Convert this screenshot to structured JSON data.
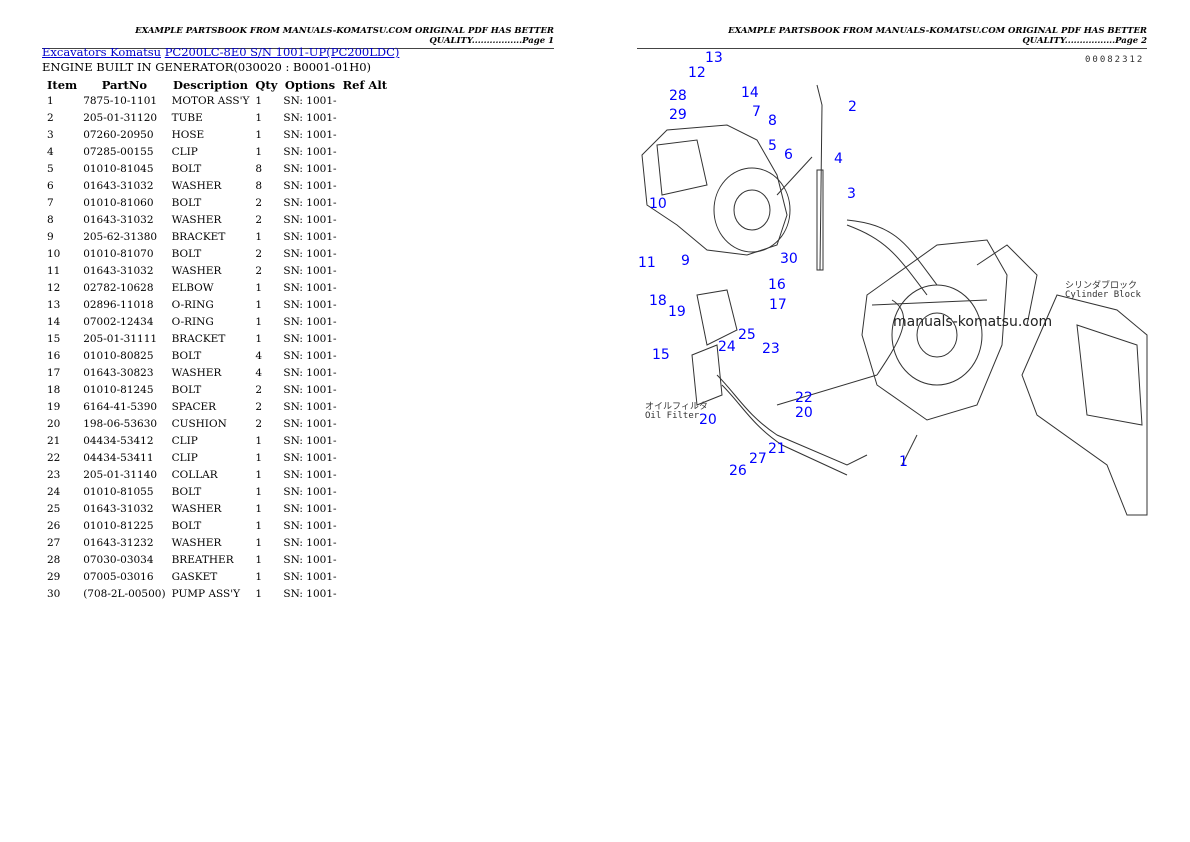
{
  "page1": {
    "header": "EXAMPLE PARTSBOOK FROM MANUALS-KOMATSU.COM ORIGINAL PDF HAS BETTER QUALITY.................Page 1",
    "breadcrumb": [
      {
        "label": "Excavators Komatsu"
      },
      {
        "label": "PC200LC-8E0 S/N 1001-UP(PC200LDC)"
      }
    ],
    "subtitle": "ENGINE BUILT IN GENERATOR(030020 : B0001-01H0)",
    "columns": [
      "Item",
      "PartNo",
      "Description",
      "Qty",
      "Options",
      "Ref Alt"
    ],
    "rows": [
      [
        "1",
        "7875-10-1101",
        "MOTOR ASS'Y",
        "1",
        "SN: 1001-",
        ""
      ],
      [
        "2",
        "205-01-31120",
        "TUBE",
        "1",
        "SN: 1001-",
        ""
      ],
      [
        "3",
        "07260-20950",
        "HOSE",
        "1",
        "SN: 1001-",
        ""
      ],
      [
        "4",
        "07285-00155",
        "CLIP",
        "1",
        "SN: 1001-",
        ""
      ],
      [
        "5",
        "01010-81045",
        "BOLT",
        "8",
        "SN: 1001-",
        ""
      ],
      [
        "6",
        "01643-31032",
        "WASHER",
        "8",
        "SN: 1001-",
        ""
      ],
      [
        "7",
        "01010-81060",
        "BOLT",
        "2",
        "SN: 1001-",
        ""
      ],
      [
        "8",
        "01643-31032",
        "WASHER",
        "2",
        "SN: 1001-",
        ""
      ],
      [
        "9",
        "205-62-31380",
        "BRACKET",
        "1",
        "SN: 1001-",
        ""
      ],
      [
        "10",
        "01010-81070",
        "BOLT",
        "2",
        "SN: 1001-",
        ""
      ],
      [
        "11",
        "01643-31032",
        "WASHER",
        "2",
        "SN: 1001-",
        ""
      ],
      [
        "12",
        "02782-10628",
        "ELBOW",
        "1",
        "SN: 1001-",
        ""
      ],
      [
        "13",
        "02896-11018",
        "O-RING",
        "1",
        "SN: 1001-",
        ""
      ],
      [
        "14",
        "07002-12434",
        "O-RING",
        "1",
        "SN: 1001-",
        ""
      ],
      [
        "15",
        "205-01-31111",
        "BRACKET",
        "1",
        "SN: 1001-",
        ""
      ],
      [
        "16",
        "01010-80825",
        "BOLT",
        "4",
        "SN: 1001-",
        ""
      ],
      [
        "17",
        "01643-30823",
        "WASHER",
        "4",
        "SN: 1001-",
        ""
      ],
      [
        "18",
        "01010-81245",
        "BOLT",
        "2",
        "SN: 1001-",
        ""
      ],
      [
        "19",
        "6164-41-5390",
        "SPACER",
        "2",
        "SN: 1001-",
        ""
      ],
      [
        "20",
        "198-06-53630",
        "CUSHION",
        "2",
        "SN: 1001-",
        ""
      ],
      [
        "21",
        "04434-53412",
        "CLIP",
        "1",
        "SN: 1001-",
        ""
      ],
      [
        "22",
        "04434-53411",
        "CLIP",
        "1",
        "SN: 1001-",
        ""
      ],
      [
        "23",
        "205-01-31140",
        "COLLAR",
        "1",
        "SN: 1001-",
        ""
      ],
      [
        "24",
        "01010-81055",
        "BOLT",
        "1",
        "SN: 1001-",
        ""
      ],
      [
        "25",
        "01643-31032",
        "WASHER",
        "1",
        "SN: 1001-",
        ""
      ],
      [
        "26",
        "01010-81225",
        "BOLT",
        "1",
        "SN: 1001-",
        ""
      ],
      [
        "27",
        "01643-31232",
        "WASHER",
        "1",
        "SN: 1001-",
        ""
      ],
      [
        "28",
        "07030-03034",
        "BREATHER",
        "1",
        "SN: 1001-",
        ""
      ],
      [
        "29",
        "07005-03016",
        "GASKET",
        "1",
        "SN: 1001-",
        ""
      ],
      [
        "30",
        "(708-2L-00500)",
        "PUMP ASS'Y",
        "1",
        "SN: 1001-",
        ""
      ]
    ]
  },
  "page2": {
    "header": "EXAMPLE PARTSBOOK FROM MANUALS-KOMATSU.COM ORIGINAL PDF HAS BETTER QUALITY.................Page 2",
    "drawing_code": "00082312",
    "watermark": "manuals-komatsu.com",
    "label_cylinder_jp": "シリンダブロック",
    "label_cylinder": "Cylinder Block",
    "label_oil_jp": "オイルフィルタ",
    "label_oil": "Oil Filter",
    "callouts": [
      "13",
      "12",
      "14",
      "28",
      "7",
      "29",
      "8",
      "2",
      "5",
      "6",
      "4",
      "3",
      "10",
      "9",
      "30",
      "11",
      "16",
      "18",
      "17",
      "19",
      "25",
      "24",
      "23",
      "15",
      "22",
      "20",
      "20",
      "21",
      "27",
      "26",
      "1"
    ],
    "callout_color": "#0000ff"
  }
}
